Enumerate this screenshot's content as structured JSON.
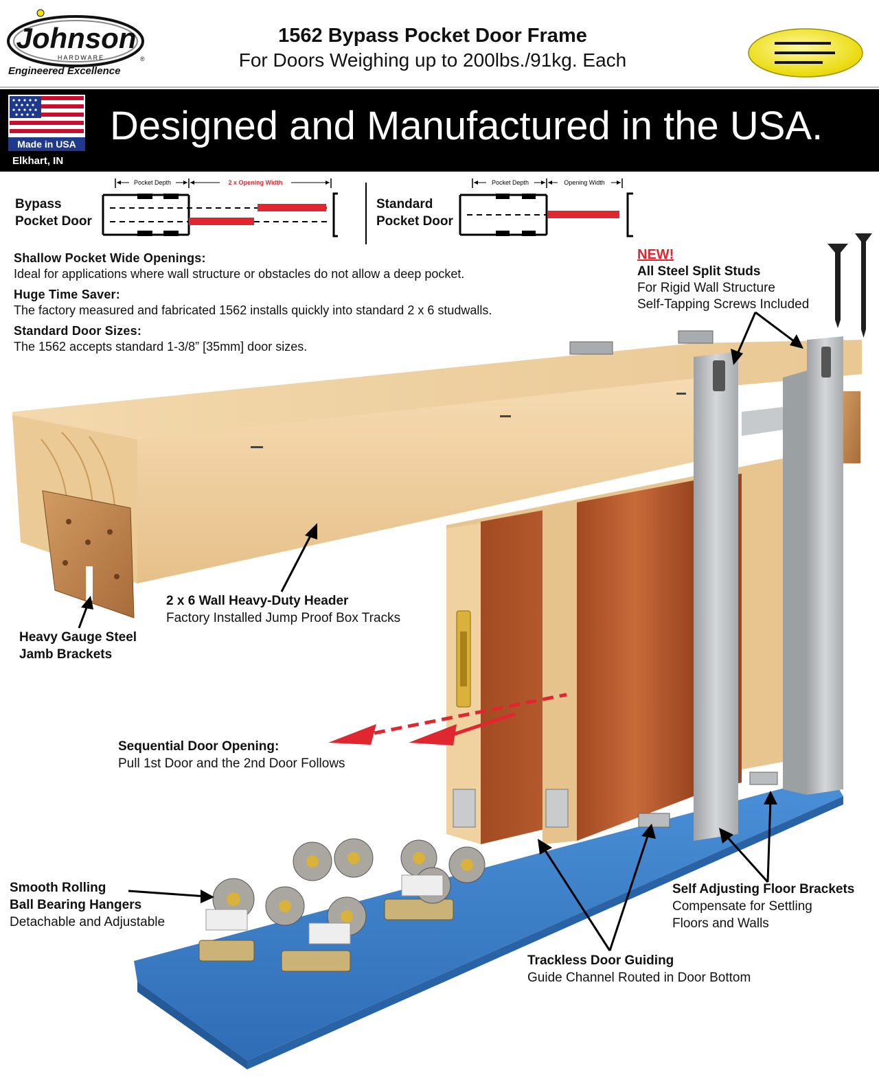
{
  "header": {
    "brand": "Johnson",
    "brand_sub": "HARDWARE",
    "registered": "®",
    "tagline": "Engineered Excellence",
    "title": "1562 Bypass Pocket Door Frame",
    "subtitle": "For Doors Weighing up to 200lbs./91kg. Each"
  },
  "banner": {
    "headline": "Designed and Manufactured in the USA.",
    "flag_caption": "Made in USA",
    "location": "Elkhart, IN"
  },
  "diagrams": {
    "bypass": {
      "label_line1": "Bypass",
      "label_line2": "Pocket Door",
      "dim_pocket": "Pocket Depth",
      "dim_opening": "2 x Opening Width"
    },
    "standard": {
      "label_line1": "Standard",
      "label_line2": "Pocket Door",
      "dim_pocket": "Pocket Depth",
      "dim_opening": "Opening Width"
    }
  },
  "features": [
    {
      "heading": "Shallow Pocket Wide Openings:",
      "text": "Ideal for applications where wall structure or obstacles do not allow a deep pocket."
    },
    {
      "heading": "Huge Time Saver:",
      "text": "The factory measured and fabricated 1562 installs quickly into standard 2 x 6 studwalls."
    },
    {
      "heading": "Standard Door Sizes:",
      "text": "The 1562 accepts standard 1-3/8” [35mm] door sizes."
    }
  ],
  "new_feature": {
    "badge": "NEW!",
    "heading": "All Steel Split Studs",
    "line1": "For Rigid Wall Structure",
    "line2": "Self-Tapping Screws Included"
  },
  "callouts": {
    "header": {
      "heading": "2 x 6 Wall Heavy-Duty Header",
      "text": "Factory Installed Jump Proof Box Tracks"
    },
    "jamb": {
      "line1": "Heavy Gauge Steel",
      "line2": "Jamb Brackets"
    },
    "sequential": {
      "heading": "Sequential Door Opening:",
      "text": "Pull 1st Door and the 2nd Door Follows"
    },
    "hangers": {
      "line1": "Smooth Rolling",
      "line2": "Ball Bearing Hangers",
      "text": "Detachable and Adjustable"
    },
    "floor": {
      "heading": "Self Adjusting Floor Brackets",
      "line1": "Compensate for Settling",
      "line2": "Floors and Walls"
    },
    "guiding": {
      "heading": "Trackless Door Guiding",
      "text": "Guide Channel Routed in Door Bottom"
    }
  },
  "colors": {
    "accent_red": "#e0262e",
    "banner_black": "#000000",
    "badge_yellow": "#f5e600",
    "floor_blue": "#3a7fc8",
    "wood": "#f0d2a4",
    "door": "#b35a2c",
    "steel": "#b9bcbe"
  }
}
